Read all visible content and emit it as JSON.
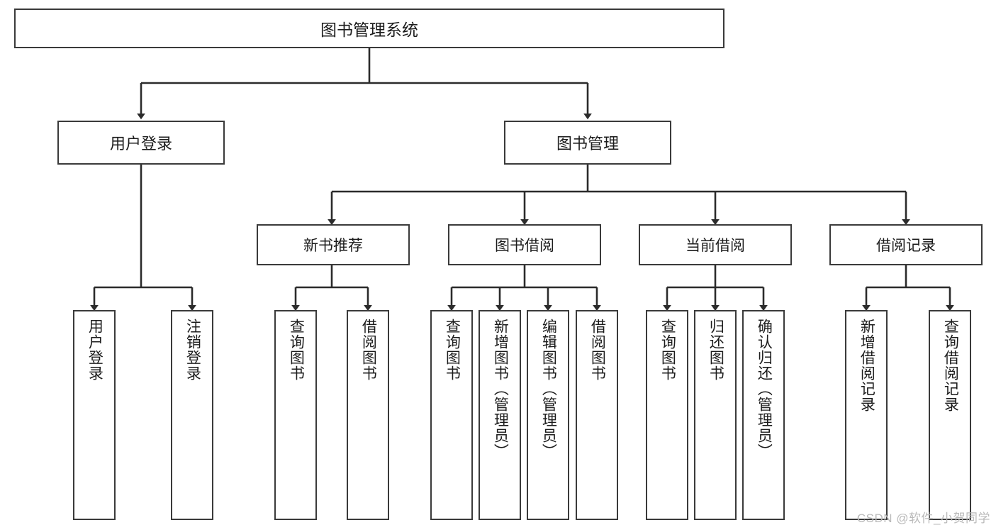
{
  "diagram": {
    "title": "图书管理系统",
    "watermark": "CSDN @软件_小贺同学",
    "type": "tree",
    "orientation": "top-down",
    "levels": 4,
    "colors": {
      "box_border": "#3a3a3a",
      "box_fill": "#ffffff",
      "connector": "#2b2b2b",
      "text": "#1c1c1c",
      "watermark": "#b9b9b9",
      "background": "#ffffff"
    },
    "root": {
      "label": "图书管理系统"
    },
    "level2": [
      {
        "id": "user-login",
        "label": "用户登录"
      },
      {
        "id": "book-management",
        "label": "图书管理"
      }
    ],
    "level3": [
      {
        "id": "new-book-recommend",
        "label": "新书推荐",
        "parent": "book-management"
      },
      {
        "id": "book-borrow",
        "label": "图书借阅",
        "parent": "book-management"
      },
      {
        "id": "current-borrow",
        "label": "当前借阅",
        "parent": "book-management"
      },
      {
        "id": "borrow-record",
        "label": "借阅记录",
        "parent": "book-management"
      }
    ],
    "leaves": [
      {
        "id": "leaf-user-login",
        "label": "用户登录",
        "parent": "user-login"
      },
      {
        "id": "leaf-logout",
        "label": "注销登录",
        "parent": "user-login"
      },
      {
        "id": "leaf-query-book-1",
        "label": "查询图书",
        "parent": "new-book-recommend"
      },
      {
        "id": "leaf-borrow-book-1",
        "label": "借阅图书",
        "parent": "new-book-recommend"
      },
      {
        "id": "leaf-query-book-2",
        "label": "查询图书",
        "parent": "book-borrow"
      },
      {
        "id": "leaf-add-book-admin",
        "label": "新增图书（管理员）",
        "parent": "book-borrow"
      },
      {
        "id": "leaf-edit-book-admin",
        "label": "编辑图书（管理员）",
        "parent": "book-borrow"
      },
      {
        "id": "leaf-borrow-book-2",
        "label": "借阅图书",
        "parent": "book-borrow"
      },
      {
        "id": "leaf-query-book-3",
        "label": "查询图书",
        "parent": "current-borrow"
      },
      {
        "id": "leaf-return-book",
        "label": "归还图书",
        "parent": "current-borrow"
      },
      {
        "id": "leaf-confirm-return-admin",
        "label": "确认归还（管理员）",
        "parent": "current-borrow"
      },
      {
        "id": "leaf-add-borrow-record",
        "label": "新增借阅记录",
        "parent": "borrow-record"
      },
      {
        "id": "leaf-query-borrow-record",
        "label": "查询借阅记录",
        "parent": "borrow-record"
      }
    ]
  }
}
